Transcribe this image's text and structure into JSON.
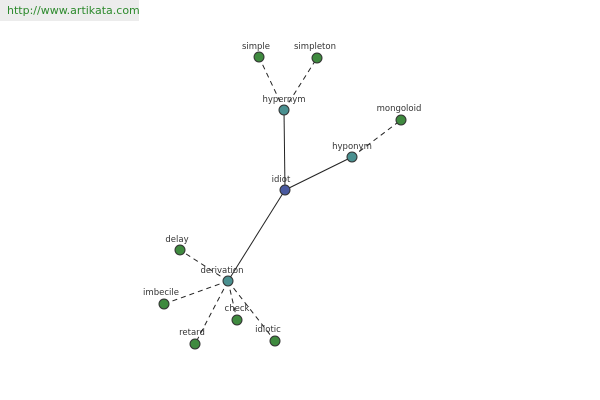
{
  "header": {
    "url": "http://www.artikata.com"
  },
  "colors": {
    "root_node": "#4a5aa0",
    "group_node": "#4a9090",
    "leaf_node": "#3f8a3f",
    "node_stroke": "#333333",
    "edge": "#222222"
  },
  "graph": {
    "root": {
      "label": "idiot"
    },
    "groups": [
      {
        "label": "hypernym",
        "children": [
          "simple",
          "simpleton"
        ]
      },
      {
        "label": "hyponym",
        "children": [
          "mongoloid"
        ]
      },
      {
        "label": "derivation",
        "children": [
          "delay",
          "imbecile",
          "retard",
          "check",
          "idiotic"
        ]
      }
    ]
  }
}
